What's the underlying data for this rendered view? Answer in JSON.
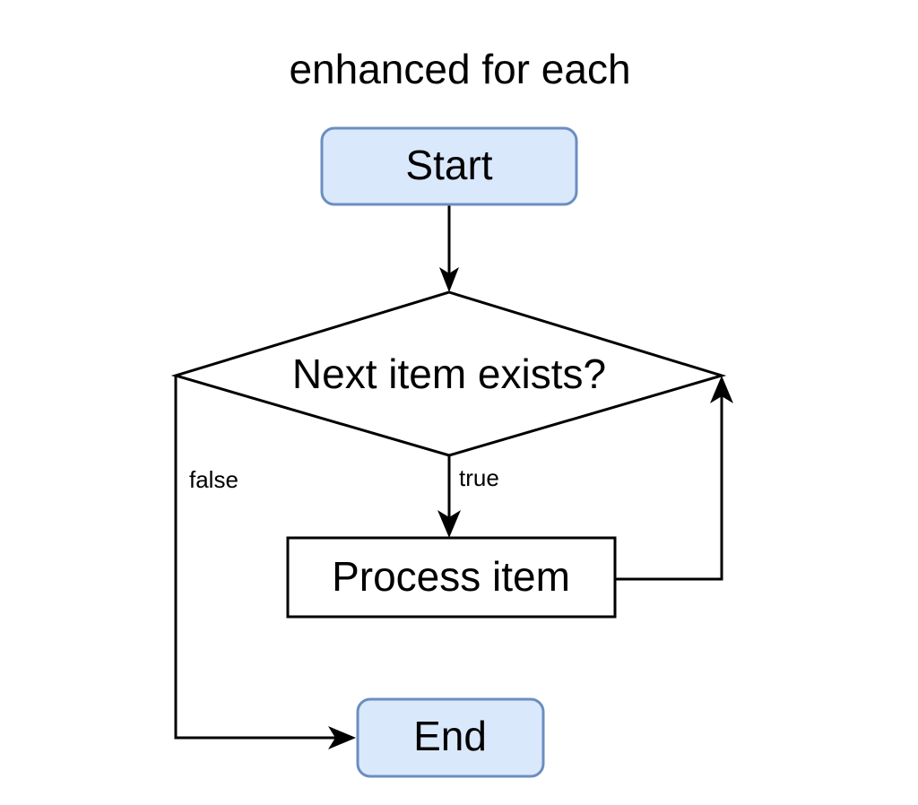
{
  "diagram": {
    "title": "enhanced for each",
    "background_color": "#ffffff",
    "stroke_color": "#000000",
    "terminal_fill_color": "#dae8fc",
    "terminal_stroke_color": "#6c8ebf",
    "process_fill_color": "#ffffff",
    "nodes": [
      {
        "id": "start",
        "type": "terminal",
        "label": "Start"
      },
      {
        "id": "decision",
        "type": "decision",
        "label": "Next item exists?"
      },
      {
        "id": "process",
        "type": "process",
        "label": "Process item"
      },
      {
        "id": "end",
        "type": "terminal",
        "label": "End"
      }
    ],
    "edges": [
      {
        "id": "start-to-decision",
        "from": "start",
        "to": "decision",
        "label": ""
      },
      {
        "id": "decision-true",
        "from": "decision",
        "to": "process",
        "label": "true"
      },
      {
        "id": "decision-false",
        "from": "decision",
        "to": "end",
        "label": "false"
      },
      {
        "id": "process-loopback",
        "from": "process",
        "to": "decision",
        "label": ""
      }
    ]
  }
}
